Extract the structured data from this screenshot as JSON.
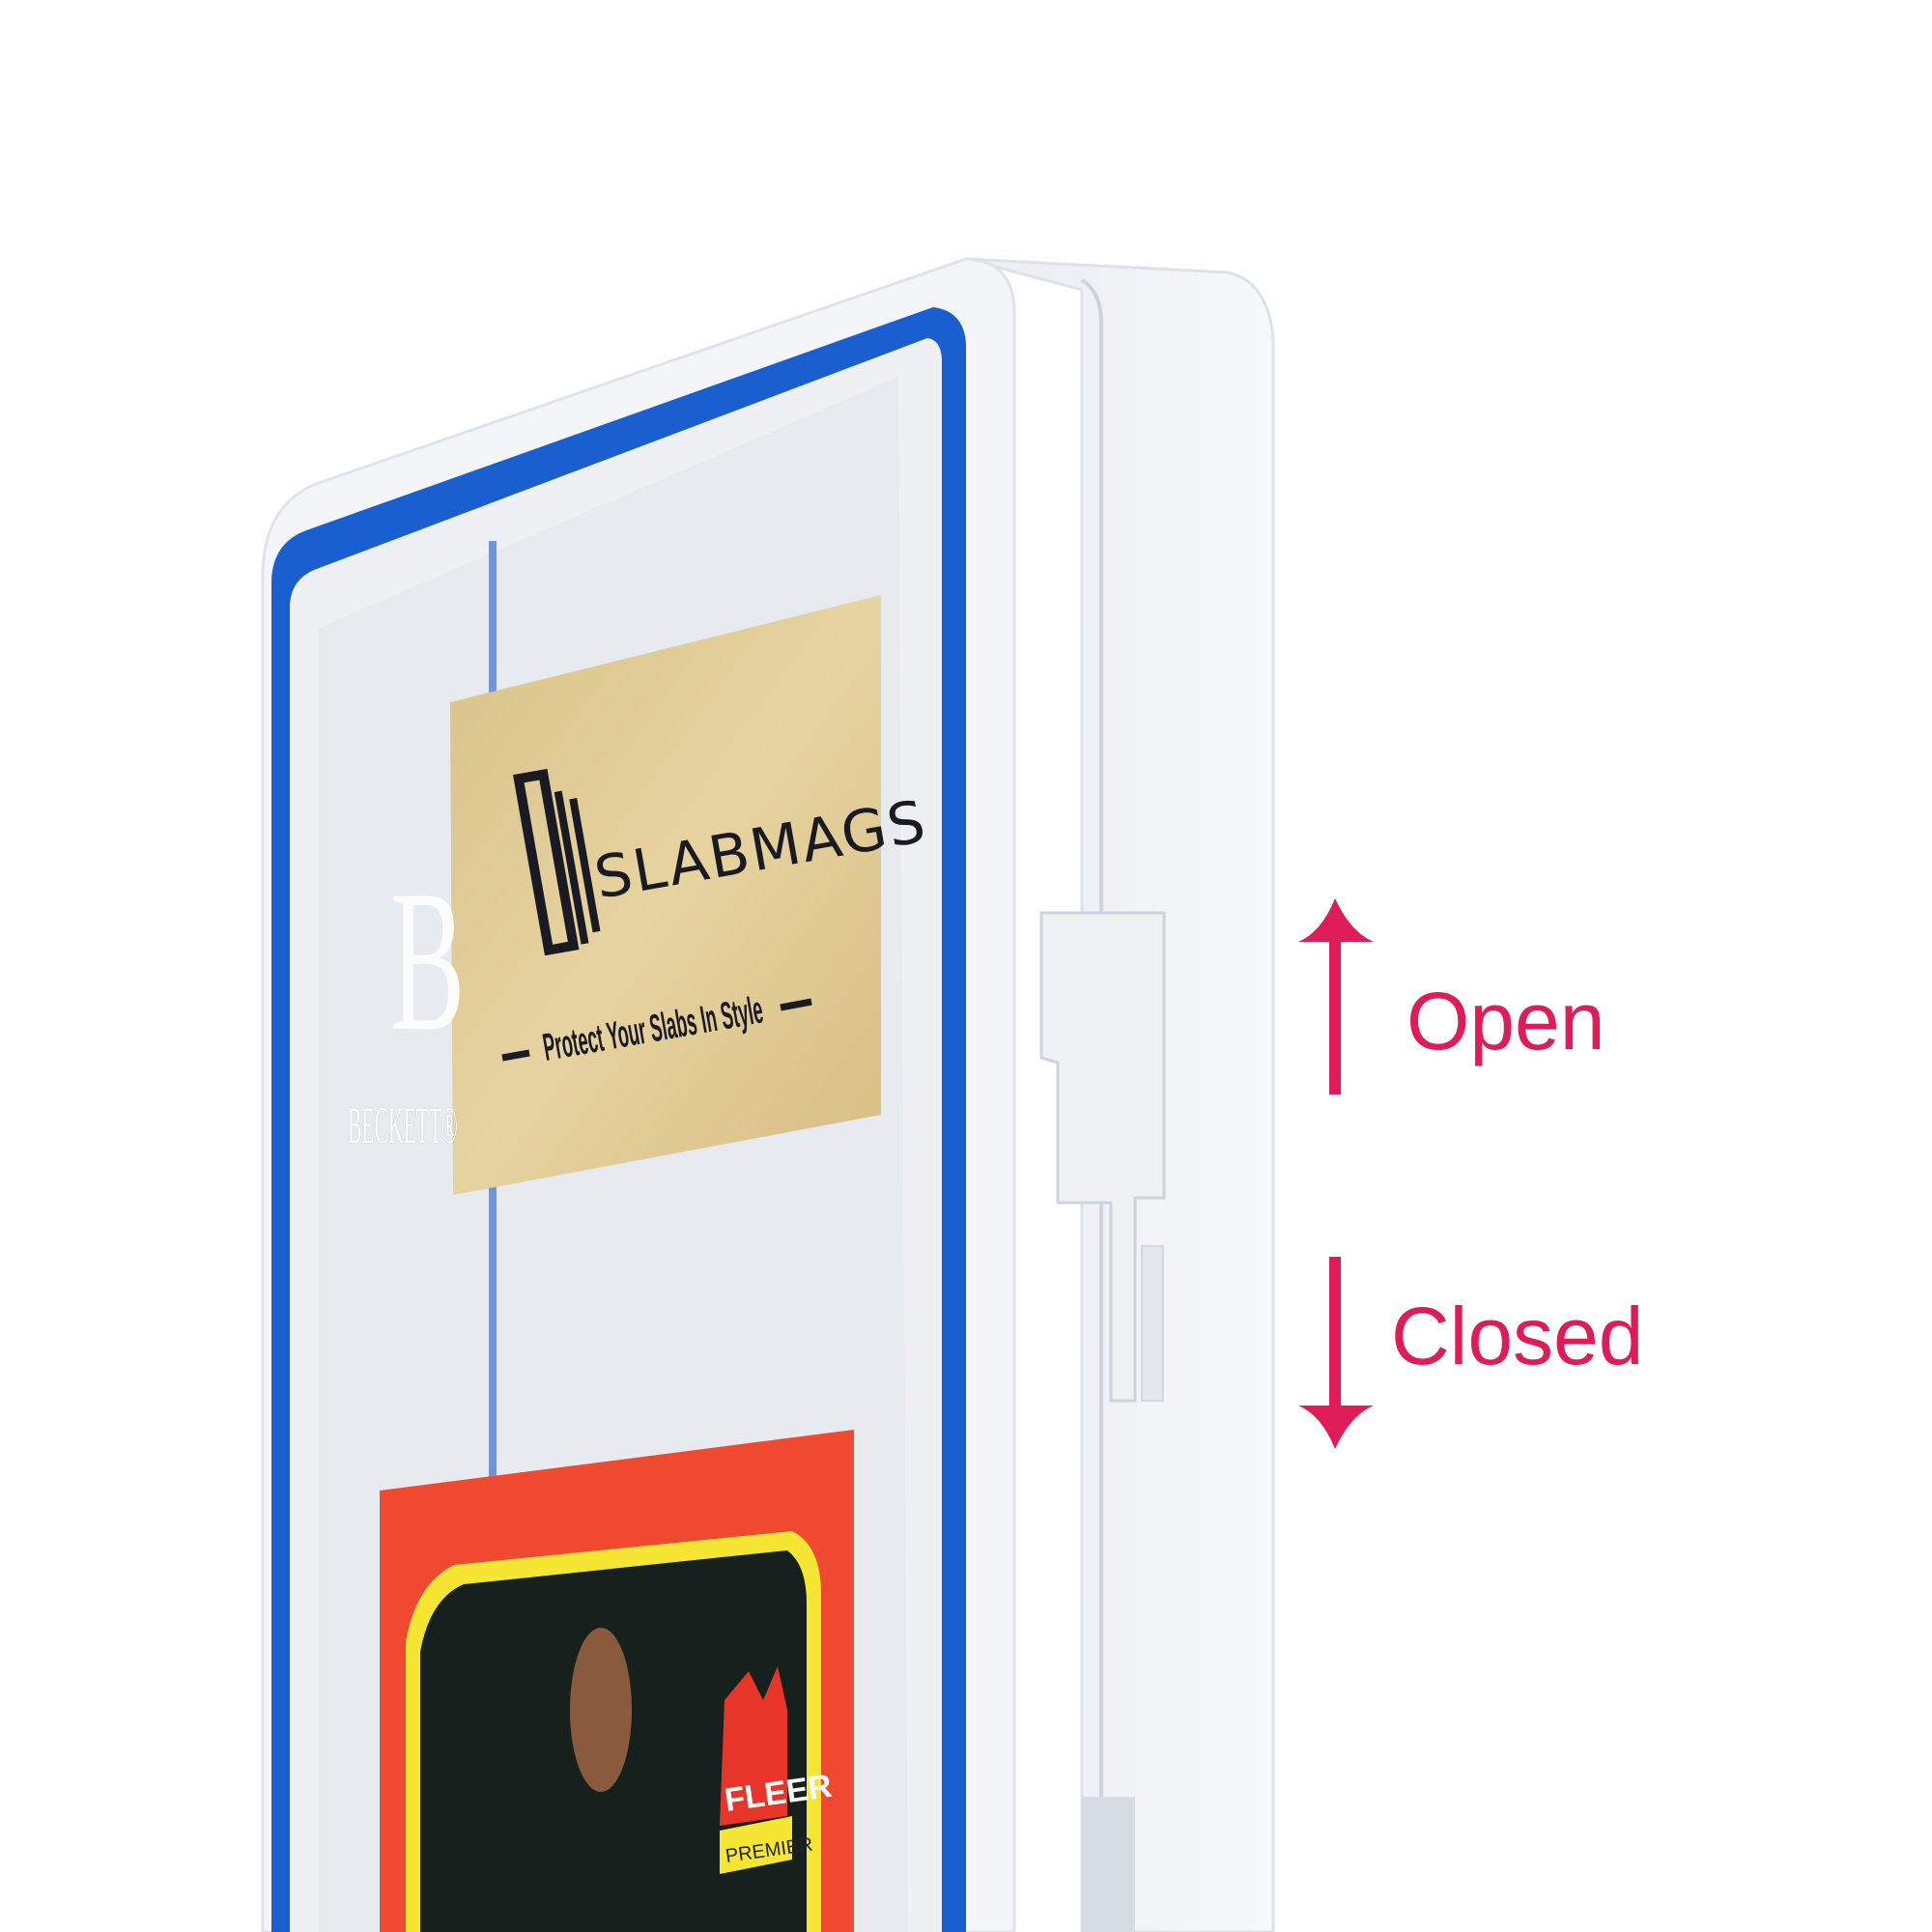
{
  "annotations": {
    "open_label": "Open",
    "closed_label": "Closed",
    "accent_color": "#DF1C58",
    "open_icon": "arrow-up-icon",
    "closed_icon": "arrow-down-icon"
  },
  "label_plate": {
    "brand": "SLABMAGS",
    "tagline": "Protect Your Slabs In Style"
  },
  "slab": {
    "grader_logo_letter": "B",
    "grader_name": "BECKETT®",
    "card_brand": "FLEER",
    "card_subbrand": "PREMIER",
    "frame_color": "#1A5FD0"
  }
}
